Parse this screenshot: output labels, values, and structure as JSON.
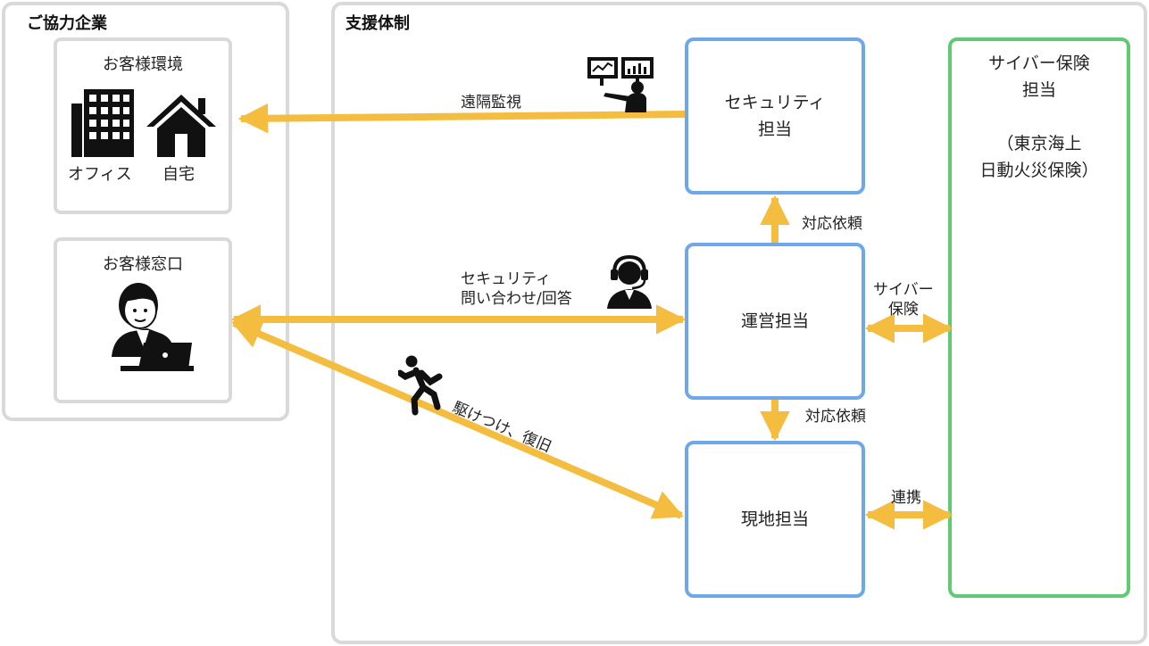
{
  "partner": {
    "title": "ご協力企業",
    "environment": {
      "title": "お客様環境",
      "office_label": "オフィス",
      "home_label": "自宅"
    },
    "window": {
      "title": "お客様窓口"
    }
  },
  "support": {
    "title": "支援体制",
    "security": "セキュリティ\n担当",
    "operations": "運営担当",
    "onsite": "現地担当",
    "insurance": "サイバー保険\n担当\n\n（東京海上\n日動火災保険）"
  },
  "edges": {
    "remote_monitoring": "遠隔監視",
    "security_inquiry": "セキュリティ\n問い合わせ/回答",
    "dispatch_restore": "駆けつけ、復旧",
    "request_up": "対応依頼",
    "request_down": "対応依頼",
    "cyber_insurance": "サイバー\n保険",
    "coordination": "連携"
  },
  "colors": {
    "arrow": "#f4bd3f",
    "node_border": "#6fa8e8",
    "insurance_border": "#5fca72",
    "panel_border": "#d9d9d9"
  },
  "icons": [
    "office-building-icon",
    "house-icon",
    "user-laptop-icon",
    "monitoring-screens-icon",
    "headset-operator-icon",
    "running-person-icon"
  ]
}
